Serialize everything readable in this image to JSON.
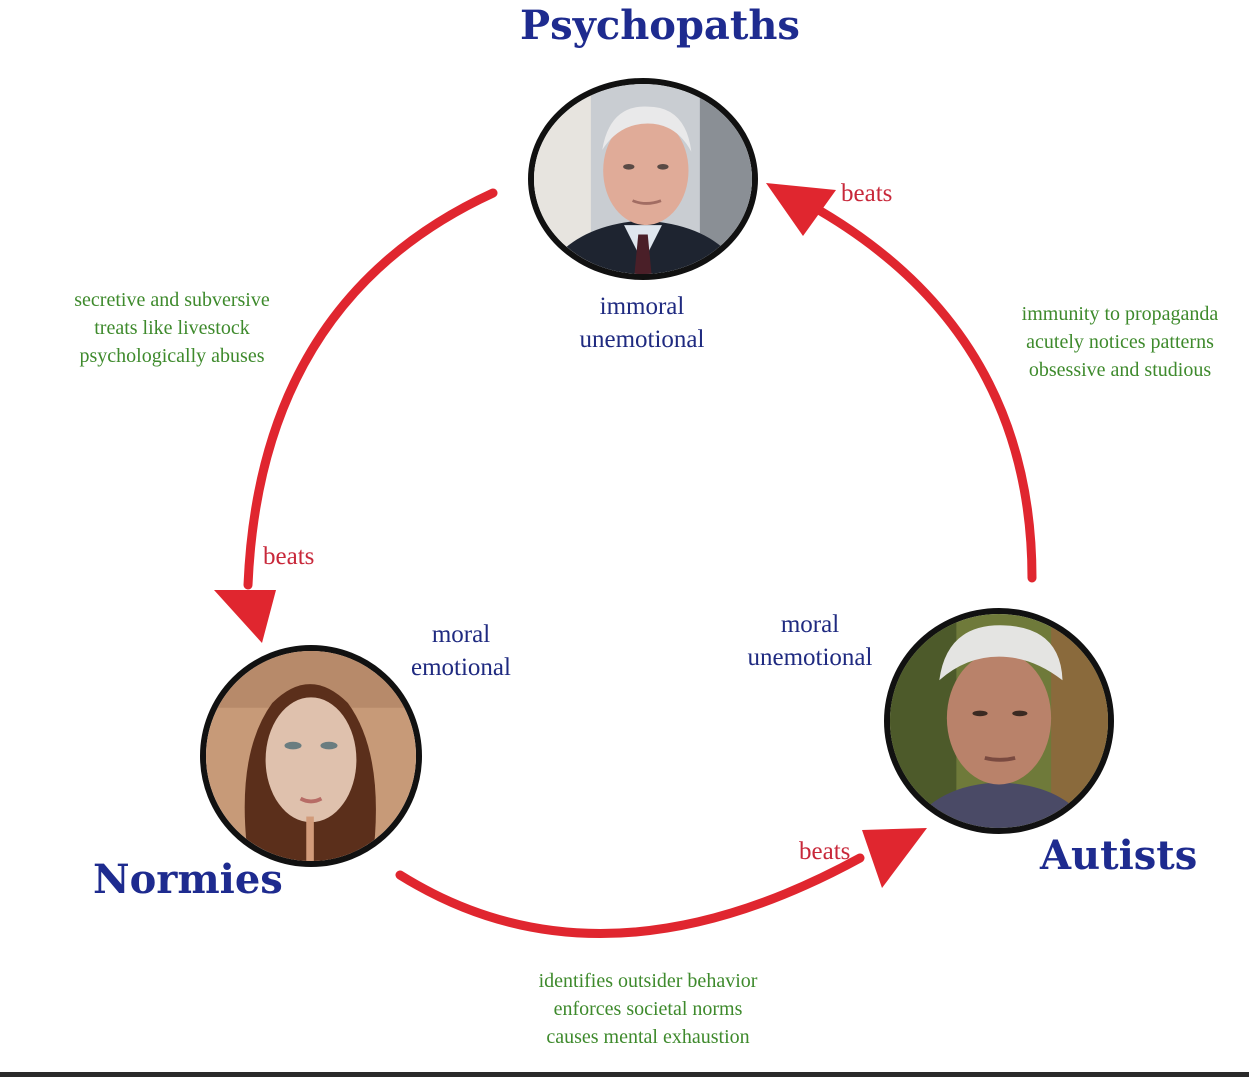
{
  "nodes": {
    "top": {
      "title": "Psychopaths",
      "traits": [
        "immoral",
        "unemotional"
      ],
      "photo": "elderly-man-portrait"
    },
    "left": {
      "title": "Normies",
      "traits": [
        "moral",
        "emotional"
      ],
      "photo": "woman-portrait"
    },
    "right": {
      "title": "Autists",
      "traits": [
        "moral",
        "unemotional"
      ],
      "photo": "man-with-cap-portrait"
    }
  },
  "edges": {
    "psychopaths_to_normies": {
      "label": "beats",
      "reasons": [
        "secretive and subversive",
        "treats like livestock",
        "psychologically abuses"
      ]
    },
    "normies_to_autists": {
      "label": "beats",
      "reasons": [
        "identifies outsider behavior",
        "enforces societal norms",
        "causes mental exhaustion"
      ]
    },
    "autists_to_psychopaths": {
      "label": "beats",
      "reasons": [
        "immunity to propaganda",
        "acutely notices patterns",
        "obsessive and studious"
      ]
    }
  },
  "colors": {
    "title": "#1e2b8f",
    "trait": "#1f2a80",
    "note": "#3e8a2c",
    "arrow": "#e0262f",
    "beats": "#c8283a"
  }
}
